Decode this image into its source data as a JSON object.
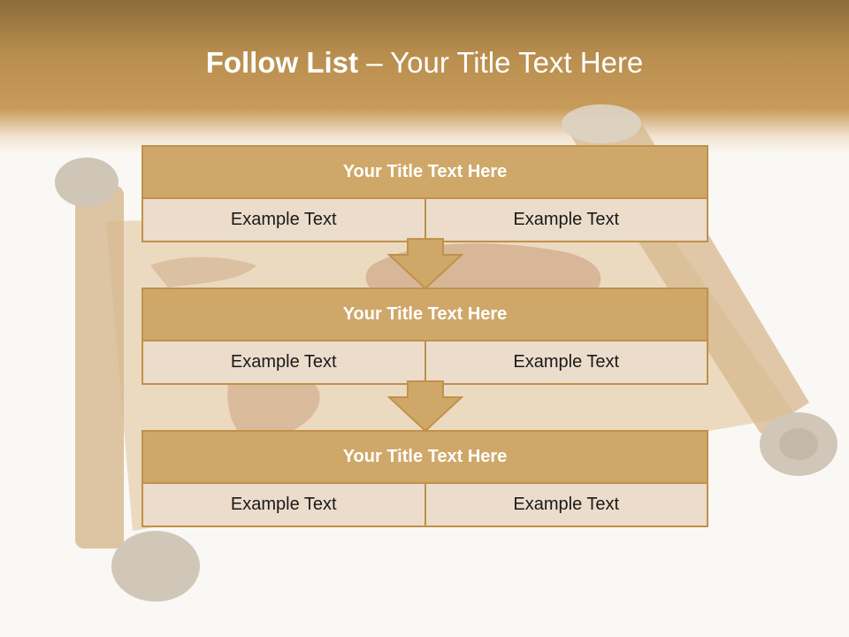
{
  "slide": {
    "title_bold": "Follow List",
    "title_rest": " – Your Title Text Here"
  },
  "blocks": [
    {
      "title": "Your Title Text Here",
      "left": "Example Text",
      "right": "Example Text"
    },
    {
      "title": "Your Title Text Here",
      "left": "Example Text",
      "right": "Example Text"
    },
    {
      "title": "Your Title Text Here",
      "left": "Example Text",
      "right": "Example Text"
    }
  ],
  "colors": {
    "header": "#c89b5a",
    "box_title": "#cfa869",
    "box_body": "#ecdccb",
    "border": "#c0914a"
  }
}
